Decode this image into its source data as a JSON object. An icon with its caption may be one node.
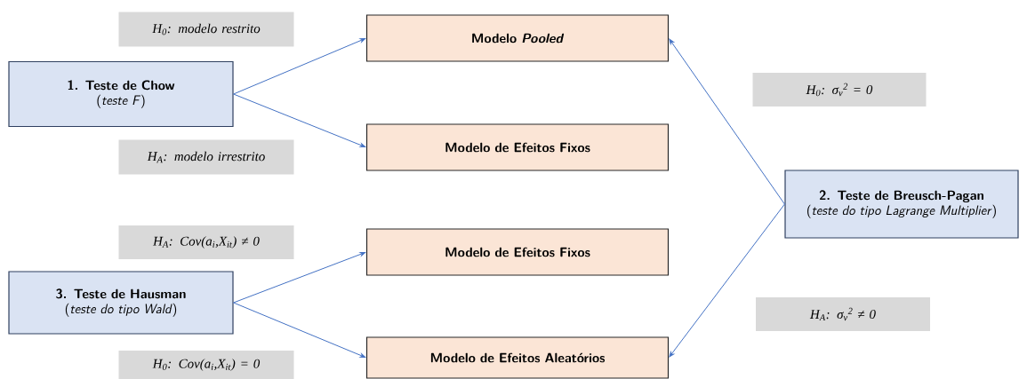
{
  "diagram": {
    "nodes": [
      {
        "text": [
          "1. Teste de Chow",
          "(*teste F*)"
        ]
      },
      {
        "text": [
          "Modelo *Pooled*"
        ]
      },
      {
        "text": [
          "Modelo de Efeitos Fixos"
        ]
      },
      {
        "text": [
          "2. Teste de Breusch-Pagan",
          "(*teste do tipo Lagrange Multiplier*)"
        ]
      },
      {
        "text": [
          "3. Teste de Hausman",
          "(*teste do tipo Wald*)"
        ]
      },
      {
        "text": [
          "Modelo de Efeitos Fixos"
        ]
      },
      {
        "text": [
          "Modelo de Efeitos Aleatórios"
        ]
      },
      {
        "text": [
          "H$_{0}$: modelo restrito"
        ]
      },
      {
        "text": [
          "H$_{A}$: modelo irrestrito"
        ]
      },
      {
        "text": [
          "H$_{0}$: σ$_{v}$$^{2}$ = 0"
        ]
      },
      {
        "text": [
          "H$_{A}$: Cov(a$_{i}$,X$_{it}$) ≠ 0"
        ]
      },
      {
        "text": [
          "H$_{A}$: σ$_{v}$$^{2}$ ≠ 0"
        ]
      },
      {
        "text": [
          "H$_{0}$: Cov(a$_{i}$,X$_{it}$) = 0"
        ]
      }
    ],
    "edges": [
      {
        "from": 0,
        "to": 1,
        "arrow": "to"
      },
      {
        "from": 0,
        "to": 2,
        "arrow": "to"
      },
      {
        "from": 3,
        "to": 1,
        "arrow": "to"
      },
      {
        "from": 3,
        "to": 6,
        "arrow": "to"
      },
      {
        "from": 4,
        "to": 5,
        "arrow": "to"
      },
      {
        "from": 4,
        "to": 6,
        "arrow": "to"
      }
    ]
  }
}
